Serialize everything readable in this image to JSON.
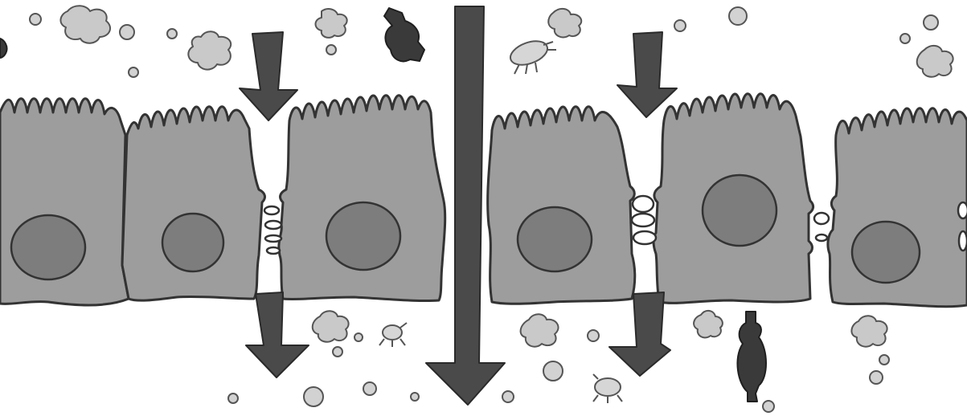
{
  "diagram": {
    "panels": [
      {
        "name": "left-panel",
        "cell_count": 3,
        "junction": "tight"
      },
      {
        "name": "right-panel",
        "cell_count": 3,
        "junction": "leaky"
      }
    ],
    "divider": "downward-arrow",
    "colors": {
      "background": "#ffffff",
      "cell_fill": "#9d9d9d",
      "cell_stroke": "#333333",
      "nucleus_fill": "#7d7d7d",
      "arrow_fill": "#4a4a4a",
      "particle_fill": "#c9c9c9",
      "particle_stroke": "#555555",
      "dark_molecule": "#3a3a3a"
    },
    "icons": [
      "bacterium-icon",
      "molecule-icon",
      "cluster-icon",
      "granule-icon",
      "arrow-icon"
    ]
  }
}
